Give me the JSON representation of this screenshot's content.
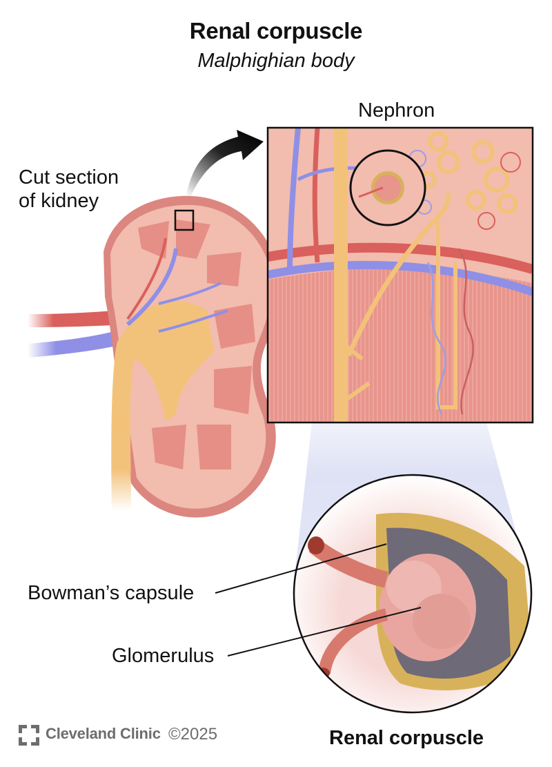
{
  "header": {
    "title": "Renal corpuscle",
    "subtitle": "Malphighian body"
  },
  "labels": {
    "kidney_section": [
      "Cut section",
      "of kidney"
    ],
    "nephron": "Nephron",
    "bowmans_capsule": "Bowman’s capsule",
    "glomerulus": "Glomerulus",
    "renal_corpuscle": "Renal corpuscle"
  },
  "footer": {
    "brand": "Cleveland Clinic",
    "copyright": "©2025"
  },
  "colors": {
    "cortex": "#f2bcae",
    "medulla": "#e58f86",
    "artery": "#d9605c",
    "vein": "#8f8fe6",
    "ureter": "#f3c27a",
    "capsule": "#d8b25a",
    "highlight_beam": "#dfe2f5",
    "brand_gray": "#6d6d6d"
  }
}
